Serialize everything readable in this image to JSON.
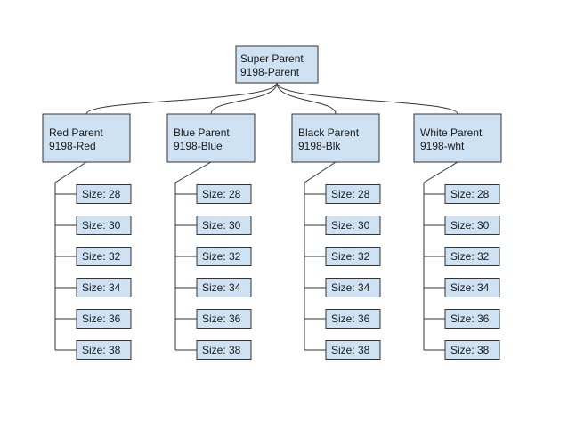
{
  "colors": {
    "node_fill": "#cfe2f3",
    "node_border": "#333333",
    "line": "#333333",
    "text": "#1a1a1a",
    "background": "#ffffff"
  },
  "root": {
    "line1": "Super Parent",
    "line2": "9198-Parent"
  },
  "parents": [
    {
      "line1": "Red Parent",
      "line2": "9198-Red",
      "children": [
        "Size: 28",
        "Size: 30",
        "Size: 32",
        "Size: 34",
        "Size: 36",
        "Size: 38"
      ]
    },
    {
      "line1": "Blue Parent",
      "line2": "9198-Blue",
      "children": [
        "Size: 28",
        "Size: 30",
        "Size: 32",
        "Size: 34",
        "Size: 36",
        "Size: 38"
      ]
    },
    {
      "line1": "Black Parent",
      "line2": "9198-Blk",
      "children": [
        "Size: 28",
        "Size: 30",
        "Size: 32",
        "Size: 34",
        "Size: 36",
        "Size: 38"
      ]
    },
    {
      "line1": "White Parent",
      "line2": "9198-wht",
      "children": [
        "Size: 28",
        "Size: 30",
        "Size: 32",
        "Size: 34",
        "Size: 36",
        "Size: 38"
      ]
    }
  ]
}
